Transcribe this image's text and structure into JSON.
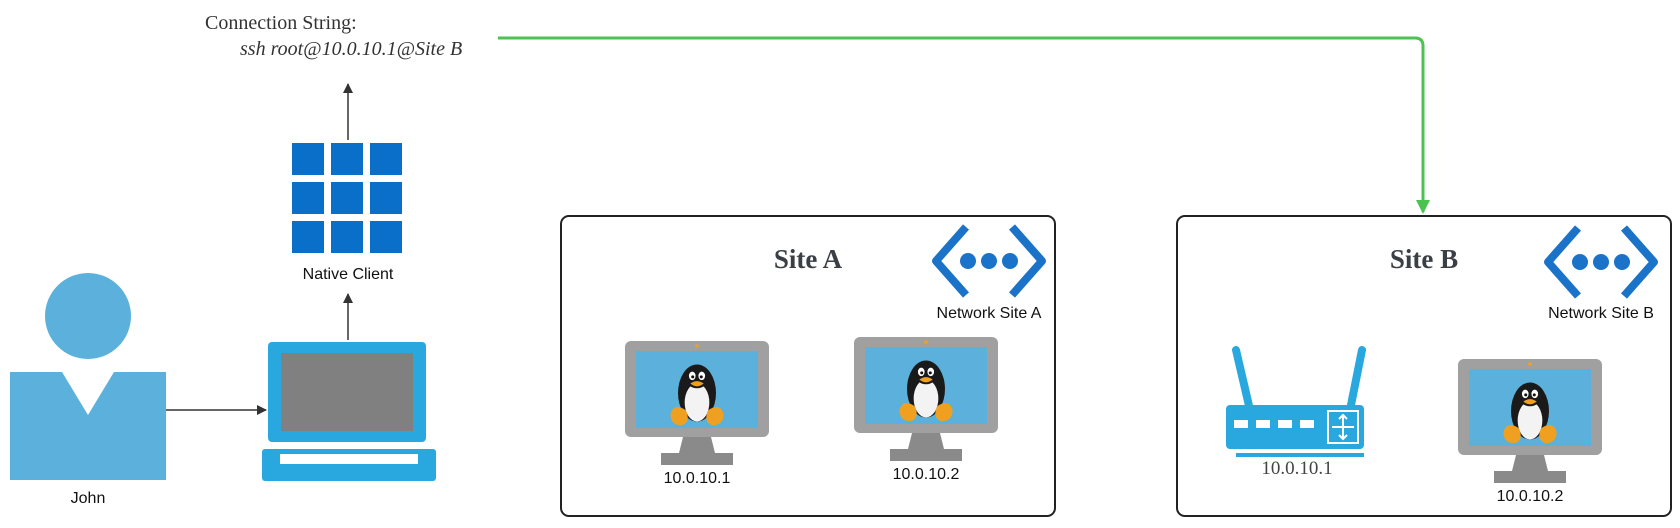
{
  "connection": {
    "heading": "Connection String:",
    "command": "ssh root@10.0.10.1@Site B"
  },
  "user": {
    "label": "John"
  },
  "client": {
    "label": "Native Client"
  },
  "site_a": {
    "title": "Site A",
    "network_label": "Network Site A",
    "hosts": [
      {
        "ip": "10.0.10.1"
      },
      {
        "ip": "10.0.10.2"
      }
    ]
  },
  "site_b": {
    "title": "Site B",
    "network_label": "Network Site B",
    "router_ip": "10.0.10.1",
    "host_ip": "10.0.10.2"
  },
  "colors": {
    "accent_blue": "#1a73c8",
    "light_blue": "#5bb1dc",
    "laptop_blue": "#29a8e0",
    "connection_green": "#4cc251",
    "monitor_gray": "#a0a0a0"
  }
}
